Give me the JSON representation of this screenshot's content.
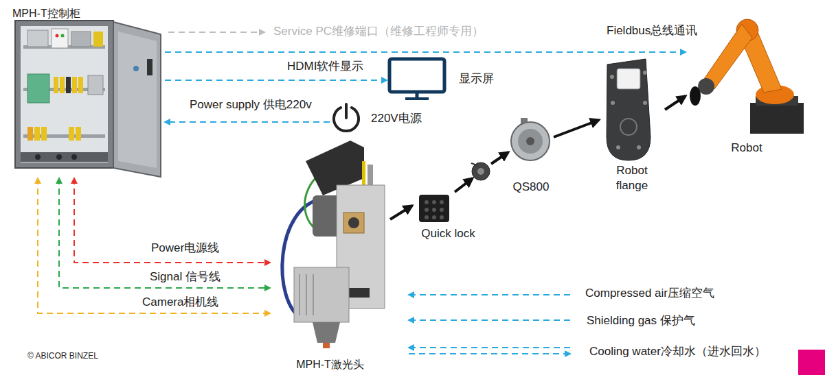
{
  "diagram": {
    "nodes": [
      {
        "text": [
          "MPH-T控制柜"
        ]
      },
      {
        "text": [
          "显示屏"
        ]
      },
      {
        "text": [
          "220V电源"
        ]
      },
      {
        "text": [
          "MPH-T激光头"
        ]
      },
      {
        "text": [
          "Quick lock"
        ]
      },
      {
        "text": [
          "QS800"
        ]
      },
      {
        "text": [
          "Robot flange"
        ]
      },
      {
        "text": [
          "Robot"
        ]
      }
    ],
    "edges": [
      {
        "from": 0,
        "to": 7,
        "arrow": "to",
        "label": "Fieldbus总线通讯"
      },
      {
        "from": 0,
        "to": 1,
        "arrow": "to",
        "label": "HDMI软件显示"
      },
      {
        "from": 2,
        "to": 0,
        "arrow": "to",
        "label": "Power supply 供电220v"
      },
      {
        "from": 0,
        "to": 3,
        "arrow": "both",
        "label": "Power电源线"
      },
      {
        "from": 0,
        "to": 3,
        "arrow": "both",
        "label": "Signal 信号线"
      },
      {
        "from": 0,
        "to": 3,
        "arrow": "both",
        "label": "Camera相机线"
      },
      {
        "from": 3,
        "to": 4,
        "arrow": "to"
      },
      {
        "from": 4,
        "to": 5,
        "arrow": "to"
      },
      {
        "from": 5,
        "to": 6,
        "arrow": "to"
      },
      {
        "from": 6,
        "to": 7,
        "arrow": "to"
      }
    ],
    "labels": [
      "Service PC维修端口（维修工程师专用）",
      "Compressed air压缩空气",
      "Shielding gas 保护气",
      "Cooling water冷却水（进水回水）",
      "© ABICOR BINZEL"
    ]
  }
}
